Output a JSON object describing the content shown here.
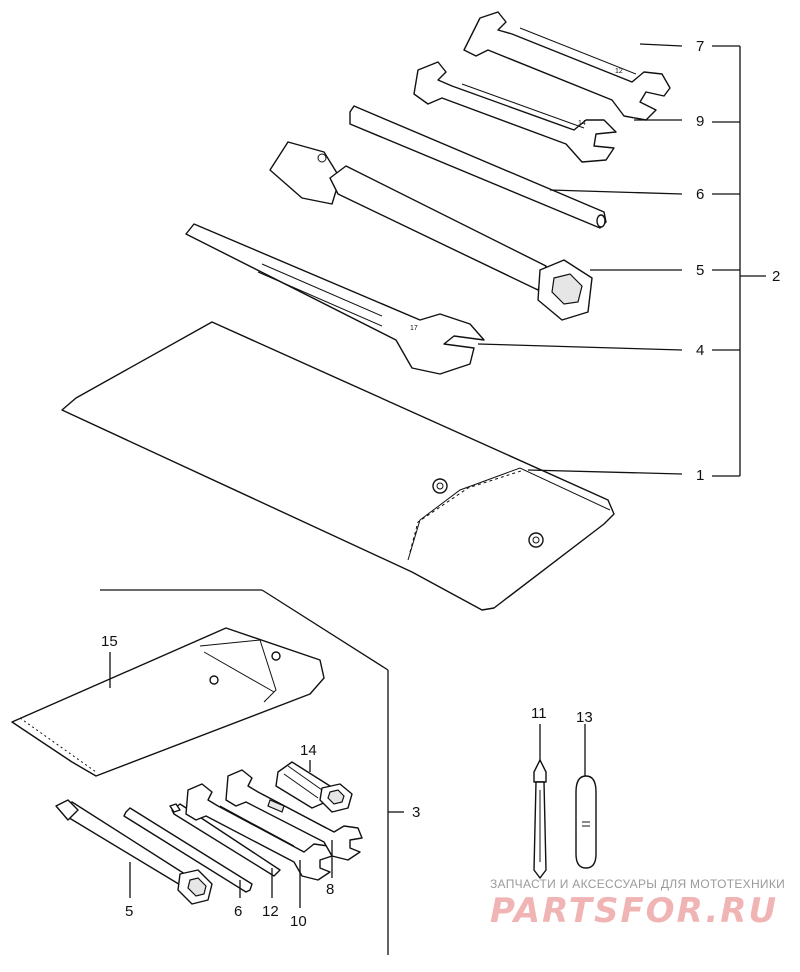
{
  "callouts": {
    "top": {
      "c7": "7",
      "c9": "9",
      "c6": "6",
      "c5": "5",
      "c4": "4",
      "c1": "1",
      "c2": "2"
    },
    "bottom": {
      "c15": "15",
      "c14": "14",
      "c5": "5",
      "c6": "6",
      "c12": "12",
      "c10": "10",
      "c8": "8",
      "c3": "3",
      "c11": "11",
      "c13": "13"
    }
  },
  "watermark": {
    "tagline": "ЗАПЧАСТИ И АКСЕССУАРЫ ДЛЯ МОТОТЕХНИКИ",
    "logo": "PARTSFOR.RU"
  }
}
